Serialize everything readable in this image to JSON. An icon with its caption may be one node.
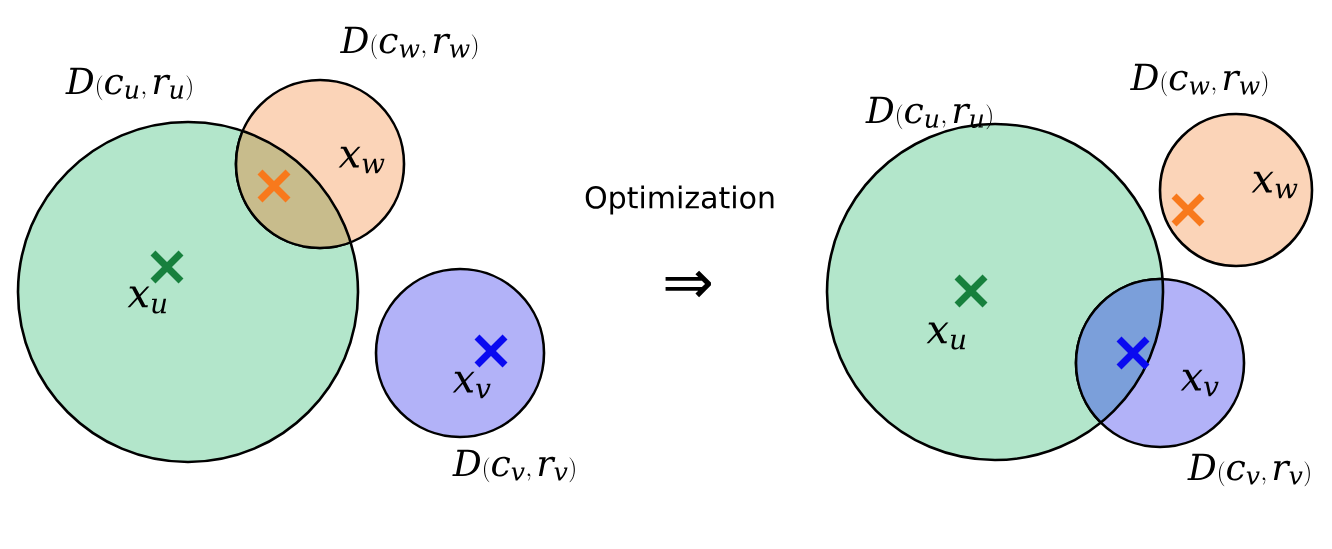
{
  "diagram": {
    "nodes": [
      {
        "text": [
          "x_u"
        ],
        "beside": [
          "D(c_u, r_u)"
        ]
      },
      {
        "text": [
          "x_w"
        ],
        "beside": [
          "D(c_w, r_w)"
        ]
      },
      {
        "text": [
          "x_v"
        ],
        "beside": [
          "D(c_v, r_v)"
        ]
      },
      {
        "text": [
          "x_u"
        ],
        "beside": [
          "D(c_u, r_u)"
        ]
      },
      {
        "text": [
          "x_w"
        ],
        "beside": [
          "D(c_w, r_w)"
        ]
      },
      {
        "text": [
          "x_v"
        ],
        "beside": [
          "D(c_v, r_v)"
        ]
      }
    ],
    "labels": [
      "Optimization",
      "⇒"
    ]
  }
}
